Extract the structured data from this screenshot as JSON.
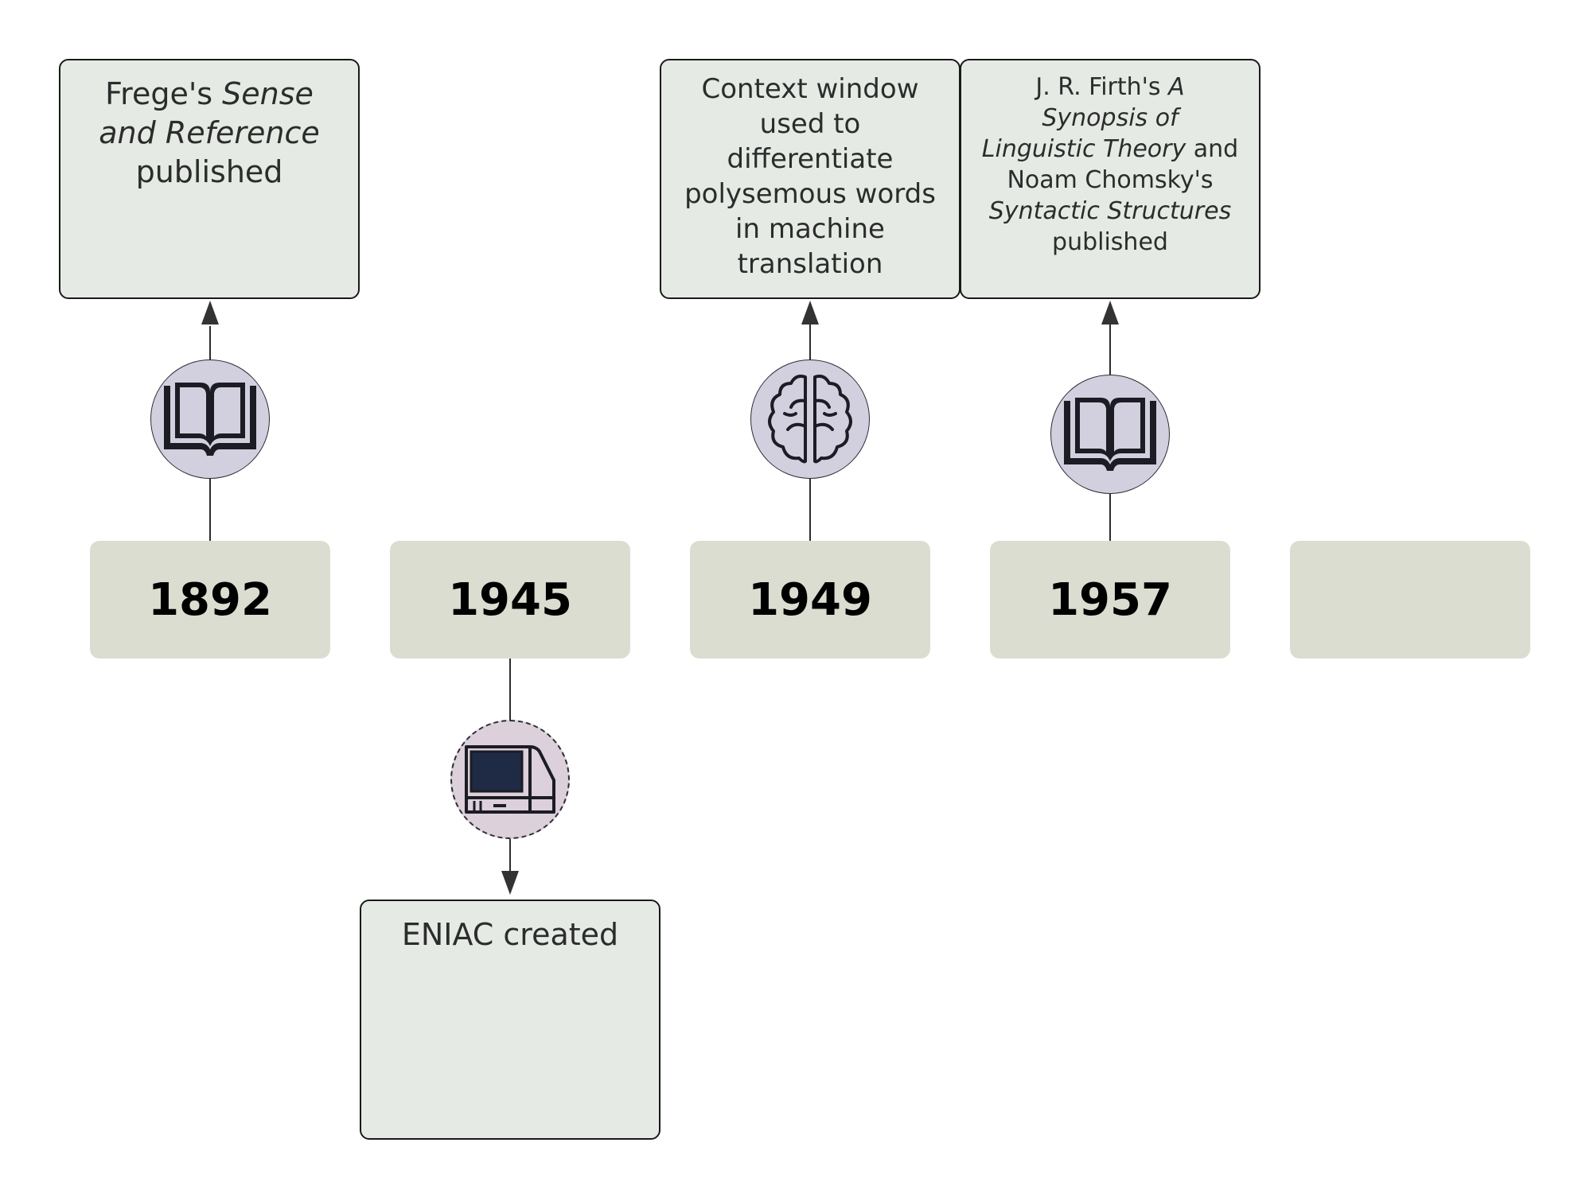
{
  "timeline": {
    "years": [
      "1892",
      "1945",
      "1949",
      "1957",
      ""
    ],
    "events": {
      "frege": {
        "line1_plain": "Frege's ",
        "line1_italic": "Sense",
        "line2_italic": "and Reference",
        "line3": "published"
      },
      "eniac": {
        "line1": "ENIAC created"
      },
      "context_window": {
        "lines": [
          "Context window",
          "used to",
          "differentiate",
          "polysemous words",
          "in machine",
          "translation"
        ]
      },
      "firth": {
        "line1_plain": "J. R. Firth's ",
        "line1_italic": "A",
        "line2_italic": "Synopsis of",
        "line3_italic": "Linguistic Theory",
        "line3_plain": " and",
        "line4": "Noam Chomsky's",
        "line5_italic": "Syntactic Structures",
        "line6": "published"
      }
    },
    "icons": [
      "book-icon",
      "computer-icon",
      "brain-icon",
      "book-icon"
    ]
  },
  "colors": {
    "year_box": "#dcddd1",
    "event_box": "#e5eae5",
    "icon_circle": "#d2d0de",
    "icon_circle_dashed": "#dcd0da",
    "icon_fill": "#1c1c24",
    "computer_screen": "#1f2a44"
  }
}
